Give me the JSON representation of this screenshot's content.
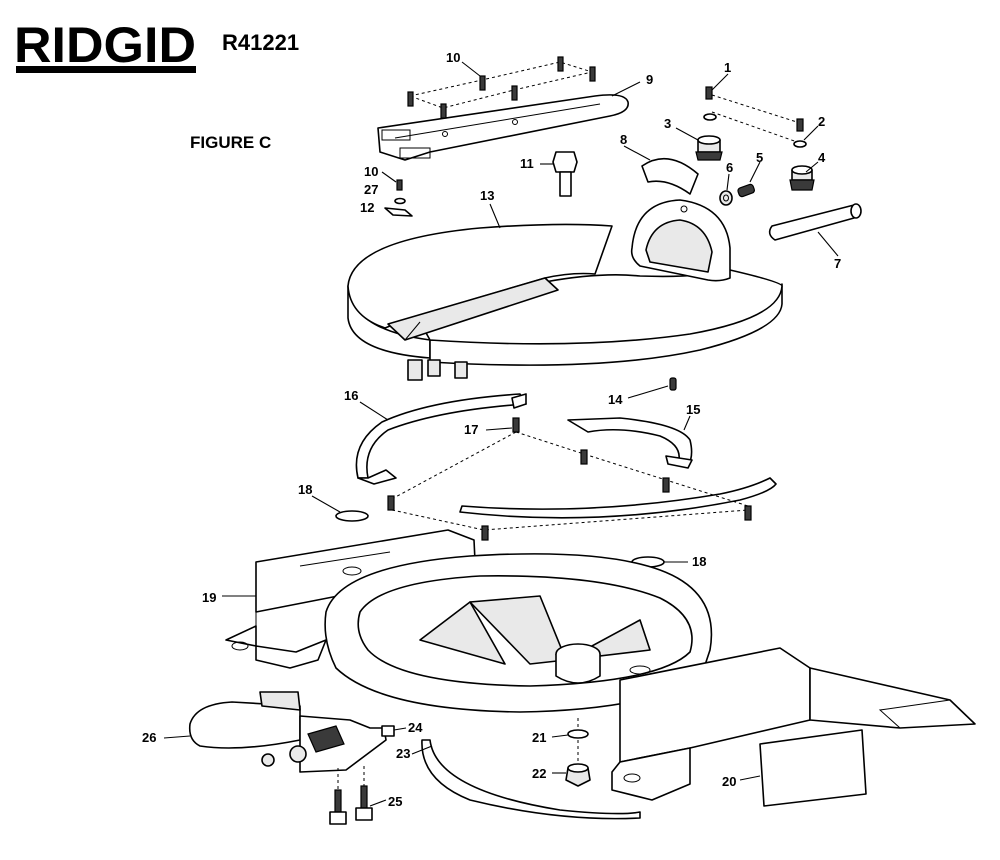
{
  "brand": {
    "logo_text": "RIDGID",
    "model": "R41221"
  },
  "figure": {
    "title": "FIGURE C"
  },
  "callouts": {
    "c1": "1",
    "c2": "2",
    "c3": "3",
    "c4": "4",
    "c5": "5",
    "c6": "6",
    "c7": "7",
    "c8": "8",
    "c9": "9",
    "c10a": "10",
    "c10b": "10",
    "c11": "11",
    "c12": "12",
    "c13": "13",
    "c14": "14",
    "c15": "15",
    "c16": "16",
    "c17": "17",
    "c18a": "18",
    "c18b": "18",
    "c19": "19",
    "c20": "20",
    "c21": "21",
    "c22": "22",
    "c23": "23",
    "c24": "24",
    "c25": "25",
    "c26": "26",
    "c27": "27"
  }
}
